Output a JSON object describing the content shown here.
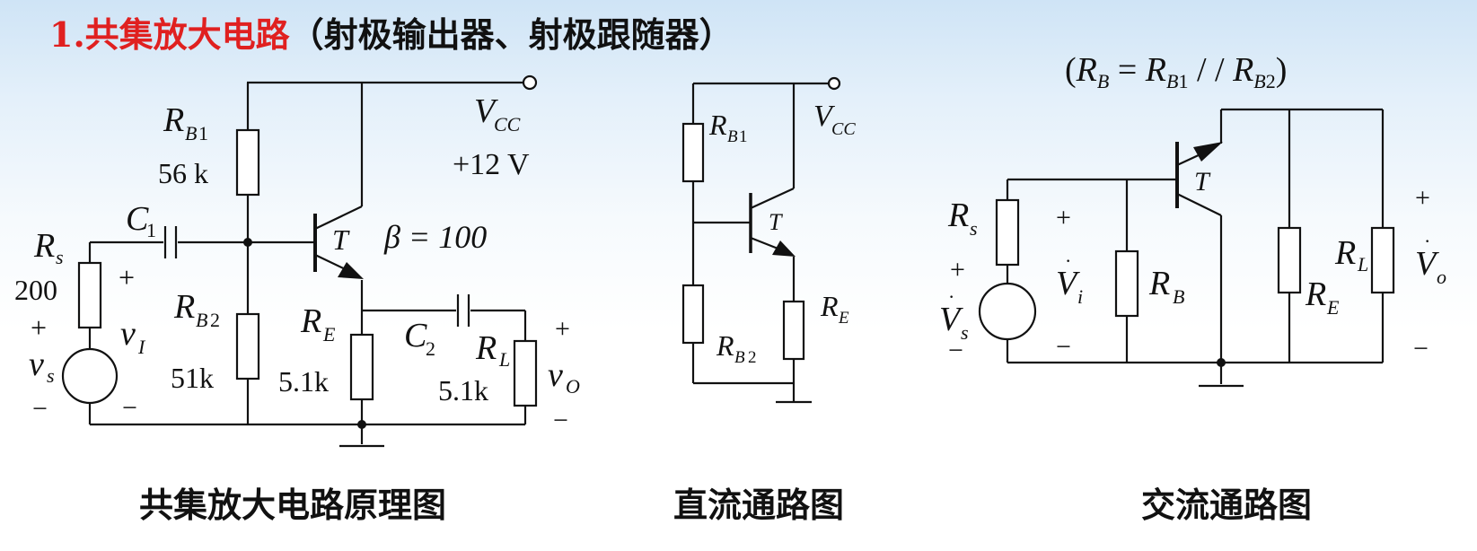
{
  "title": {
    "main": "1.共集放大电路",
    "sub": "（射极输出器、射极跟随器）"
  },
  "captions": {
    "schematic": "共集放大电路原理图",
    "dc": "直流通路图",
    "ac": "交流通路图"
  },
  "schematic": {
    "rb1_value": "56 k",
    "rb2_value": "51k",
    "re_value": "5.1k",
    "rl_value": "5.1k",
    "rs_value": "200",
    "vcc_value": "+12 V",
    "beta": "β = 100"
  },
  "ac_note": "(R_B = R_B1 / / R_B2)",
  "colors": {
    "title_accent": "#e02020",
    "ink": "#111111"
  }
}
